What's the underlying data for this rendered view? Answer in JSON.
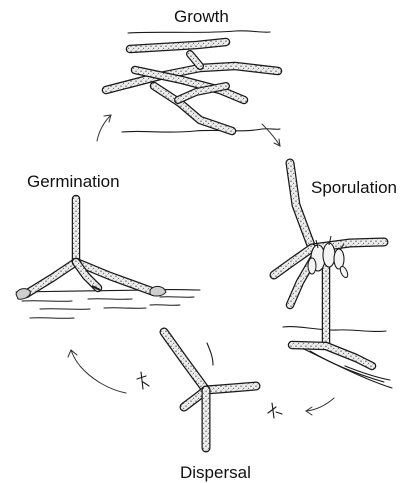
{
  "stages": {
    "growth": "Growth",
    "sporulation": "Sporulation",
    "germination": "Germination",
    "dispersal": "Dispersal"
  }
}
